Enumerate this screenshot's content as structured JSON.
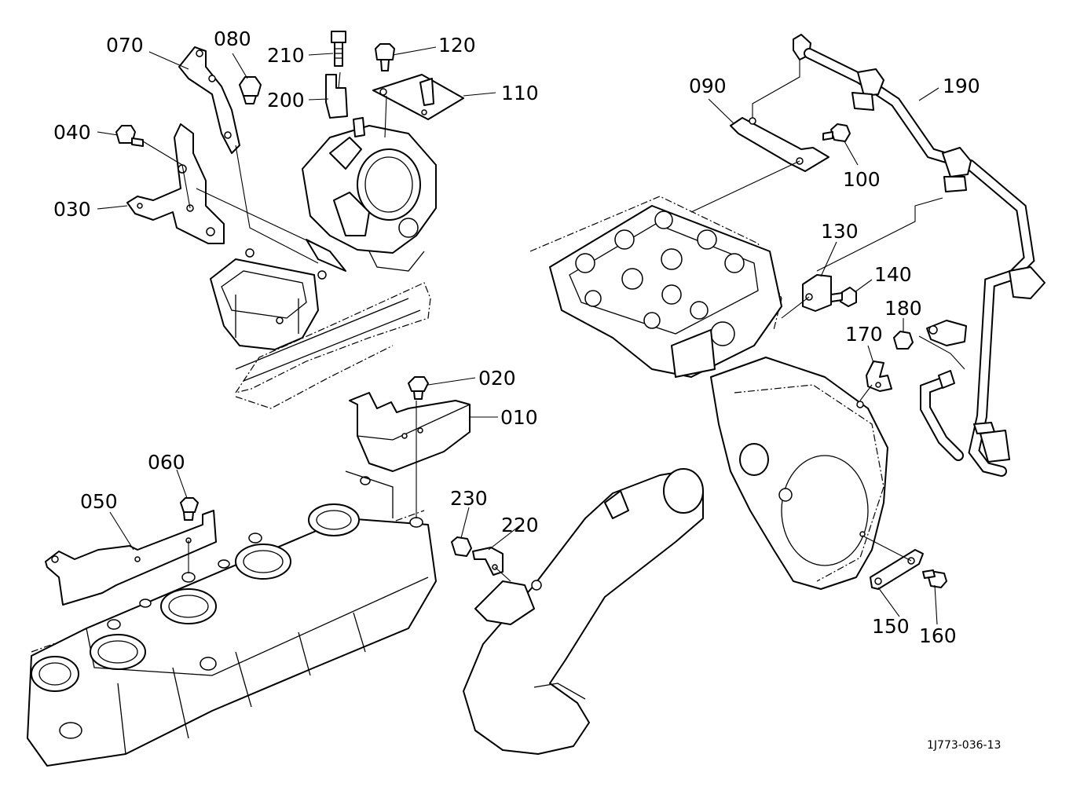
{
  "diagram": {
    "reference_code": "1J773-036-13",
    "callouts": [
      {
        "id": "c070",
        "label": "070"
      },
      {
        "id": "c080",
        "label": "080"
      },
      {
        "id": "c210",
        "label": "210"
      },
      {
        "id": "c120",
        "label": "120"
      },
      {
        "id": "c200",
        "label": "200"
      },
      {
        "id": "c110",
        "label": "110"
      },
      {
        "id": "c040",
        "label": "040"
      },
      {
        "id": "c030",
        "label": "030"
      },
      {
        "id": "c090",
        "label": "090"
      },
      {
        "id": "c190",
        "label": "190"
      },
      {
        "id": "c100",
        "label": "100"
      },
      {
        "id": "c130",
        "label": "130"
      },
      {
        "id": "c140",
        "label": "140"
      },
      {
        "id": "c180",
        "label": "180"
      },
      {
        "id": "c170",
        "label": "170"
      },
      {
        "id": "c020",
        "label": "020"
      },
      {
        "id": "c010",
        "label": "010"
      },
      {
        "id": "c060",
        "label": "060"
      },
      {
        "id": "c050",
        "label": "050"
      },
      {
        "id": "c230",
        "label": "230"
      },
      {
        "id": "c220",
        "label": "220"
      },
      {
        "id": "c150",
        "label": "150"
      },
      {
        "id": "c160",
        "label": "160"
      }
    ]
  }
}
